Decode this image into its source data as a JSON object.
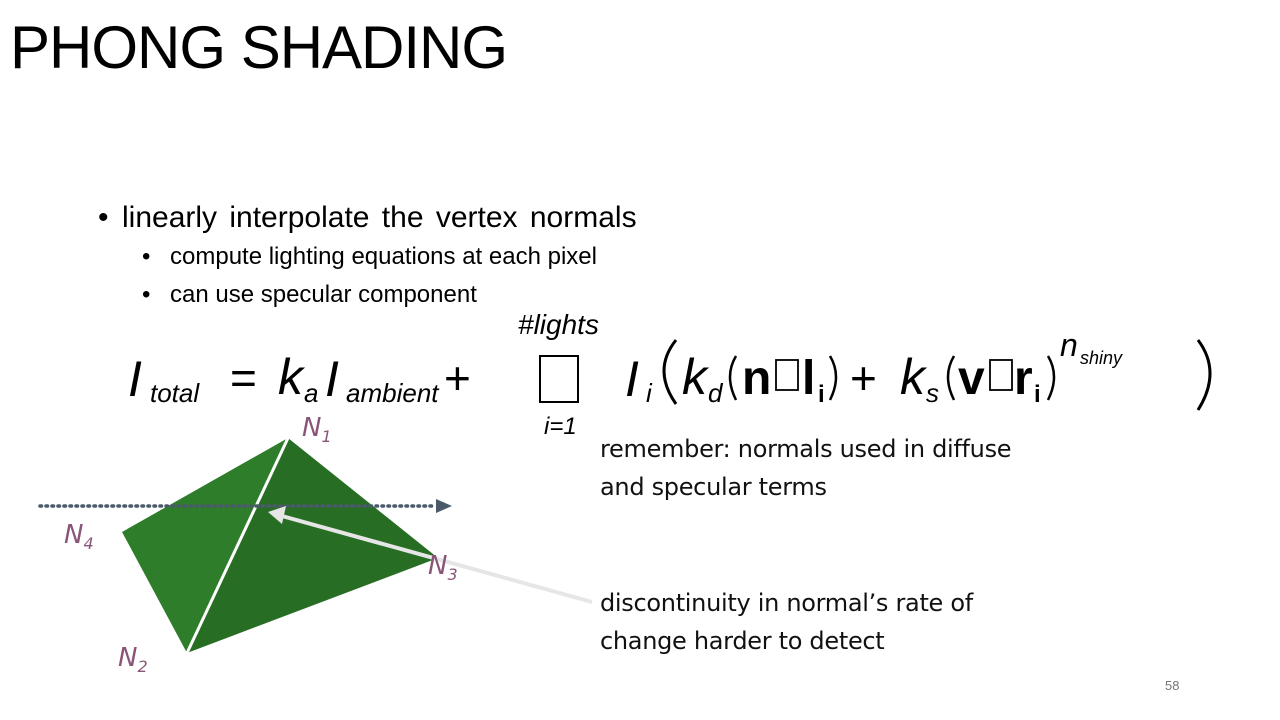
{
  "slide": {
    "title": "PHONG SHADING",
    "page_number": "58"
  },
  "bullets": {
    "main": "linearly interpolate the vertex normals",
    "sub": [
      "compute lighting equations at each pixel",
      "can use specular component"
    ]
  },
  "equation": {
    "lhs_base": "I",
    "lhs_sub": "total",
    "eq_sign": "=",
    "ka": "k",
    "ka_sub": "a",
    "ia": "I",
    "ia_sub": "ambient",
    "plus": "+",
    "sum_upper": "#lights",
    "sum_lower": "i=1",
    "ii": "I",
    "ii_sub": "i",
    "kd": "k",
    "kd_sub": "d",
    "n": "n",
    "l": "l",
    "l_sub": "i",
    "ks": "k",
    "ks_sub": "s",
    "v": "v",
    "r": "r",
    "r_sub": "i",
    "exp_base": "n",
    "exp_sub": "shiny"
  },
  "diagram": {
    "colors": {
      "face_left": "#2e7d2a",
      "face_right": "#276e24",
      "edge": "#ffffff",
      "scanline": "#4a5a6a",
      "pointer": "#e6e6e6",
      "label": "#8a5478"
    },
    "vertices": [
      {
        "base": "N",
        "sub": "1"
      },
      {
        "base": "N",
        "sub": "2"
      },
      {
        "base": "N",
        "sub": "3"
      },
      {
        "base": "N",
        "sub": "4"
      }
    ]
  },
  "notes": {
    "normals": "remember: normals used in diffuse and specular terms",
    "discontinuity": "discontinuity in normal’s rate of change harder to detect"
  }
}
